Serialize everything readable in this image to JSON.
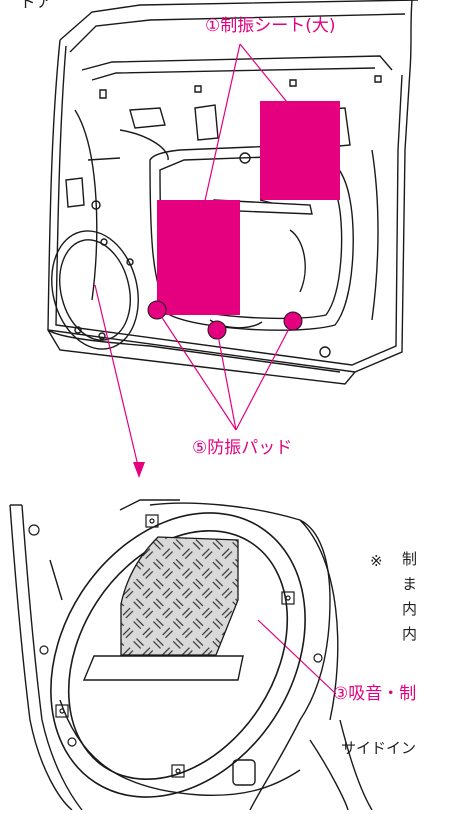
{
  "header_fragment": "ドア",
  "labels": {
    "sheet": "①制振シート(大)",
    "pad": "⑤防振パッド",
    "absorb": "③吸音・制",
    "side": "サイドイン"
  },
  "note": {
    "mark": "※",
    "chars": [
      "制",
      "ま",
      "内",
      "内"
    ]
  },
  "colors": {
    "accent": "#e4007f",
    "line": "#1a1a1a",
    "hatch_fill": "#d9d9d9"
  }
}
